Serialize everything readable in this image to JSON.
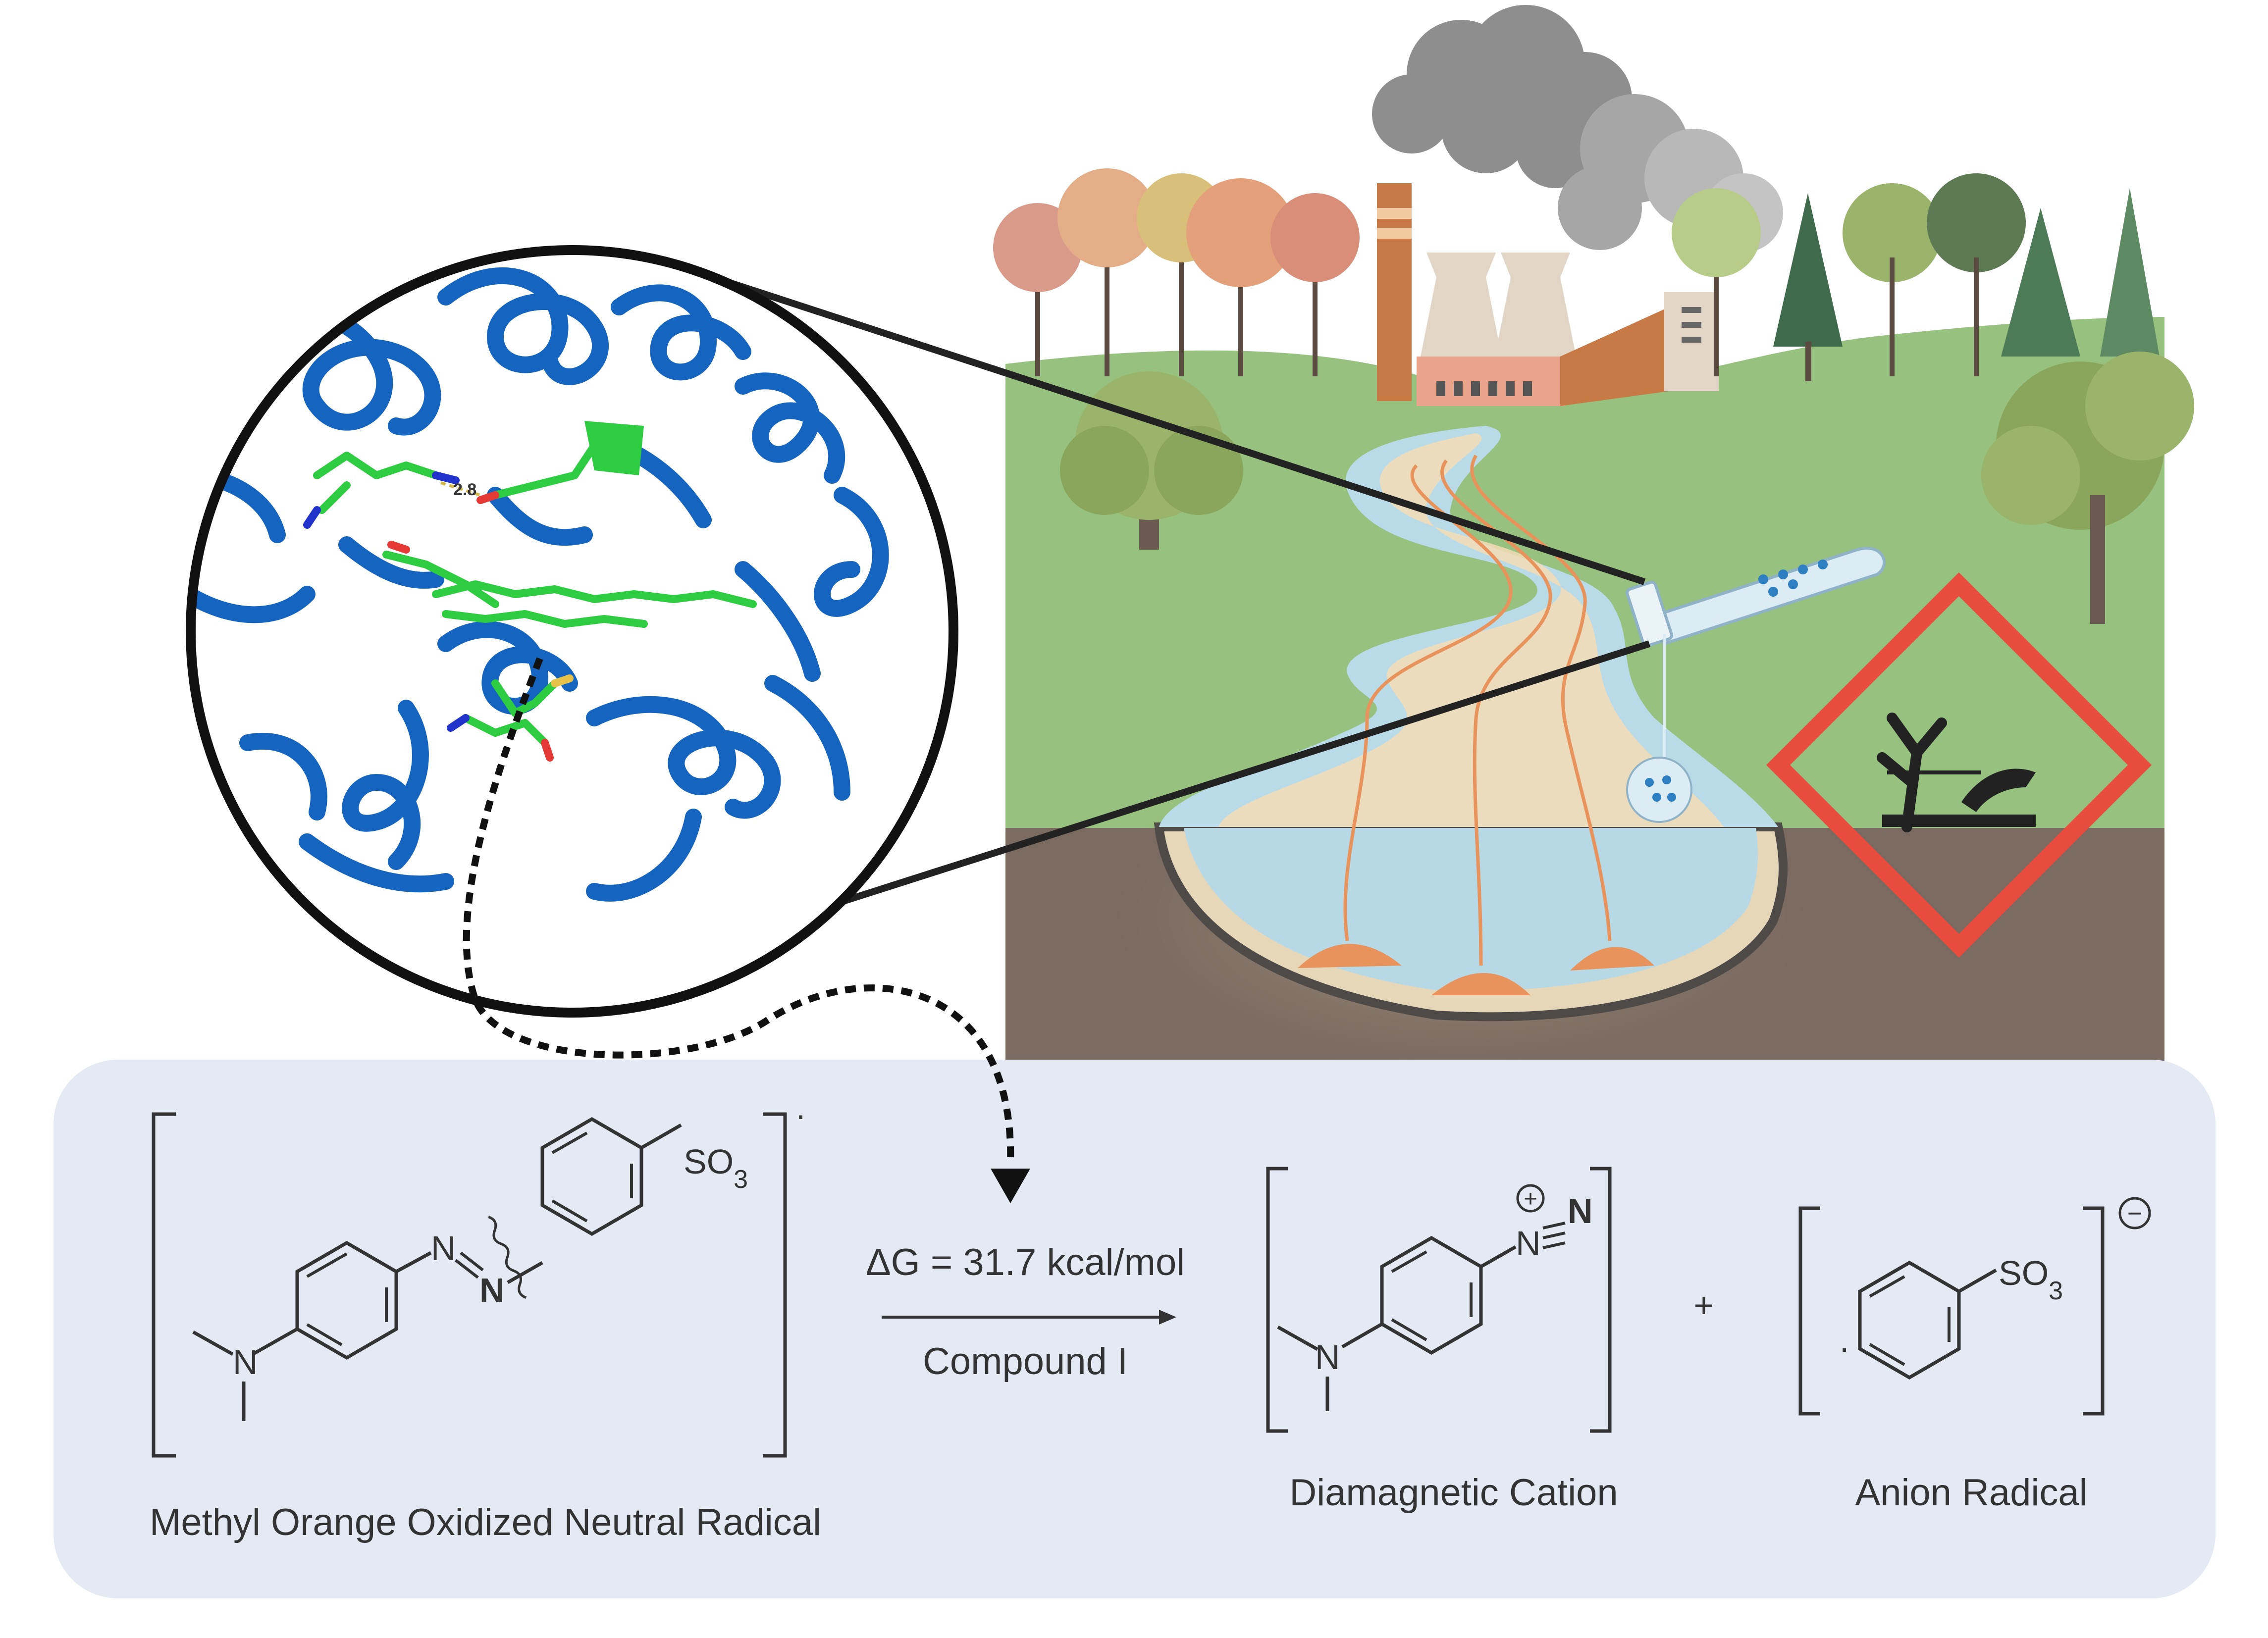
{
  "distance_label": "2.8",
  "reaction": {
    "delta_g": "ΔG = 31.7 kcal/mol",
    "catalyst": "Compound I",
    "plus": "+"
  },
  "reactant": {
    "label": "Methyl Orange Oxidized Neutral Radical",
    "atoms": {
      "n1": "N",
      "n2": "N",
      "amine_n": "N",
      "so3": "SO3",
      "radical_dot": "·"
    }
  },
  "product_cation": {
    "label": "Diamagnetic Cation",
    "atoms": {
      "n1": "N",
      "n2": "N",
      "amine_n": "N",
      "charge": "+"
    }
  },
  "product_anion": {
    "label": "Anion Radical",
    "atoms": {
      "so3": "SO3",
      "charge": "−",
      "radical_dot": "·"
    }
  },
  "colors": {
    "protein_blue": "#1565c0",
    "ligand_green": "#2ecc40",
    "hazard_red": "#e74c3c",
    "reaction_panel": "#e5e9f4",
    "nitrogen_red": "#d32f2f",
    "grass": "#97c17f",
    "soil": "#7a6a60"
  }
}
